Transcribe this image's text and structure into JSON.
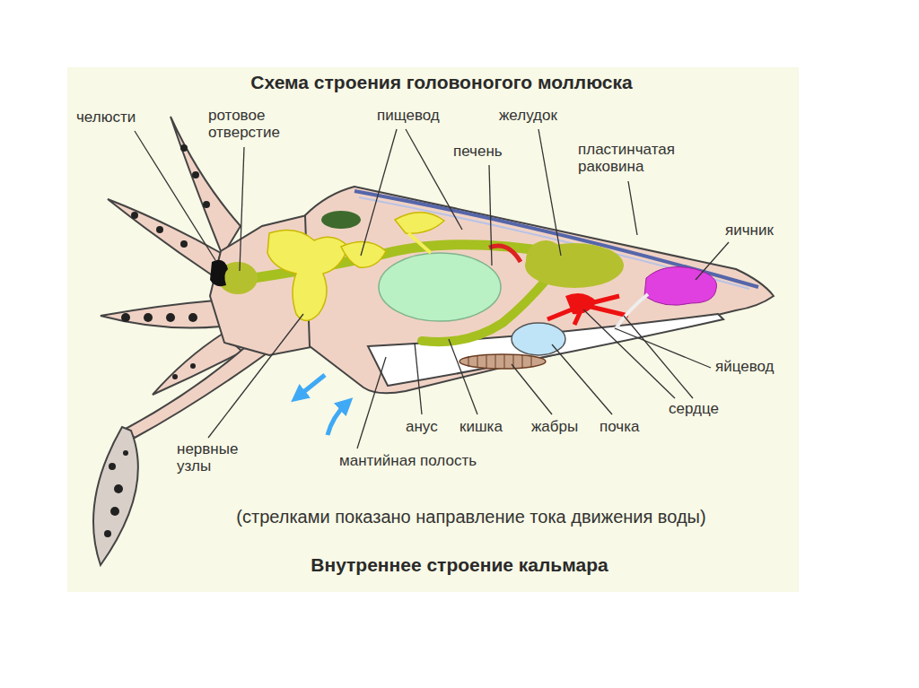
{
  "diagram": {
    "title": "Схема строения головоногого моллюска",
    "caption": "Внутреннее строение кальмара",
    "labels": [
      "челюсти",
      "ротовое отверстие",
      "пищевод",
      "желудок",
      "печень",
      "пластинчатая раковина",
      "яичник",
      "яйцевод",
      "сердце",
      "почка",
      "жабры",
      "кишка",
      "анус",
      "мантийная полость",
      "нервные узлы",
      "(стрелками показано направление тока движения воды)"
    ]
  }
}
